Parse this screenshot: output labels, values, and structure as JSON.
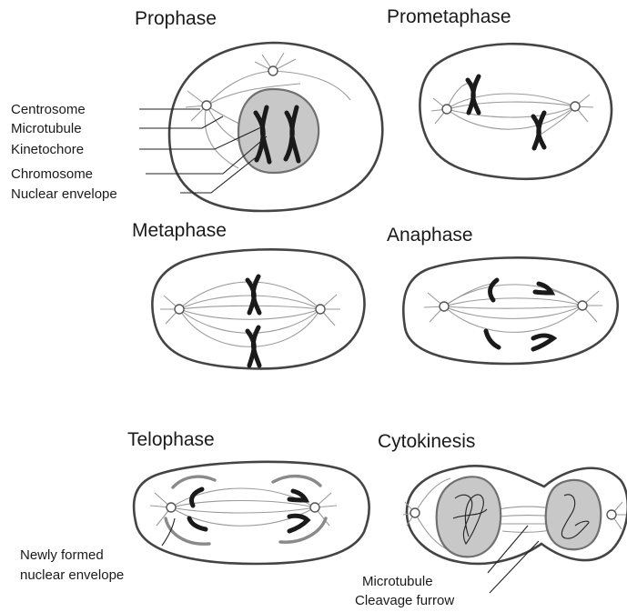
{
  "stages": {
    "prophase": "Prophase",
    "prometaphase": "Prometaphase",
    "metaphase": "Metaphase",
    "anaphase": "Anaphase",
    "telophase": "Telophase",
    "cytokinesis": "Cytokinesis"
  },
  "labels": {
    "centrosome": "Centrosome",
    "microtubule": "Microtubule",
    "kinetochore": "Kinetochore",
    "chromosome": "Chromosome",
    "nuclear_envelope": "Nuclear envelope",
    "newly_formed_1": "Newly formed",
    "newly_formed_2": "nuclear envelope",
    "cyto_microtubule": "Microtubule",
    "cleavage_furrow": "Cleavage furrow"
  }
}
